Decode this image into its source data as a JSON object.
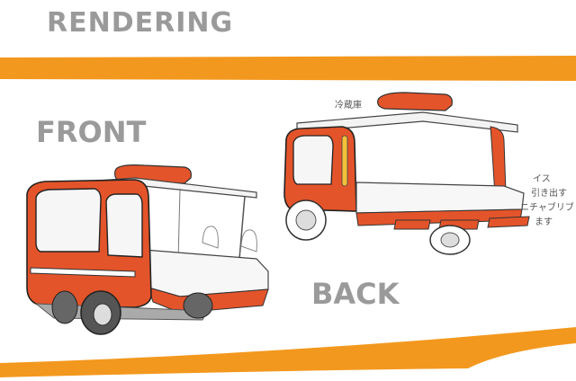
{
  "page": {
    "title": "RENDERING",
    "front_label": "FRONT",
    "back_label": "BACK"
  },
  "sketch_notes": {
    "roof_note": "冷蔵庫",
    "side_note_1": "イス",
    "side_note_2": "引き出す",
    "side_note_3": "ニチャブリブ",
    "side_note_4": "ます"
  },
  "colors": {
    "accent_orange": "#f3981e",
    "vehicle_red": "#e4542a",
    "text_gray": "#9a9a9a"
  }
}
